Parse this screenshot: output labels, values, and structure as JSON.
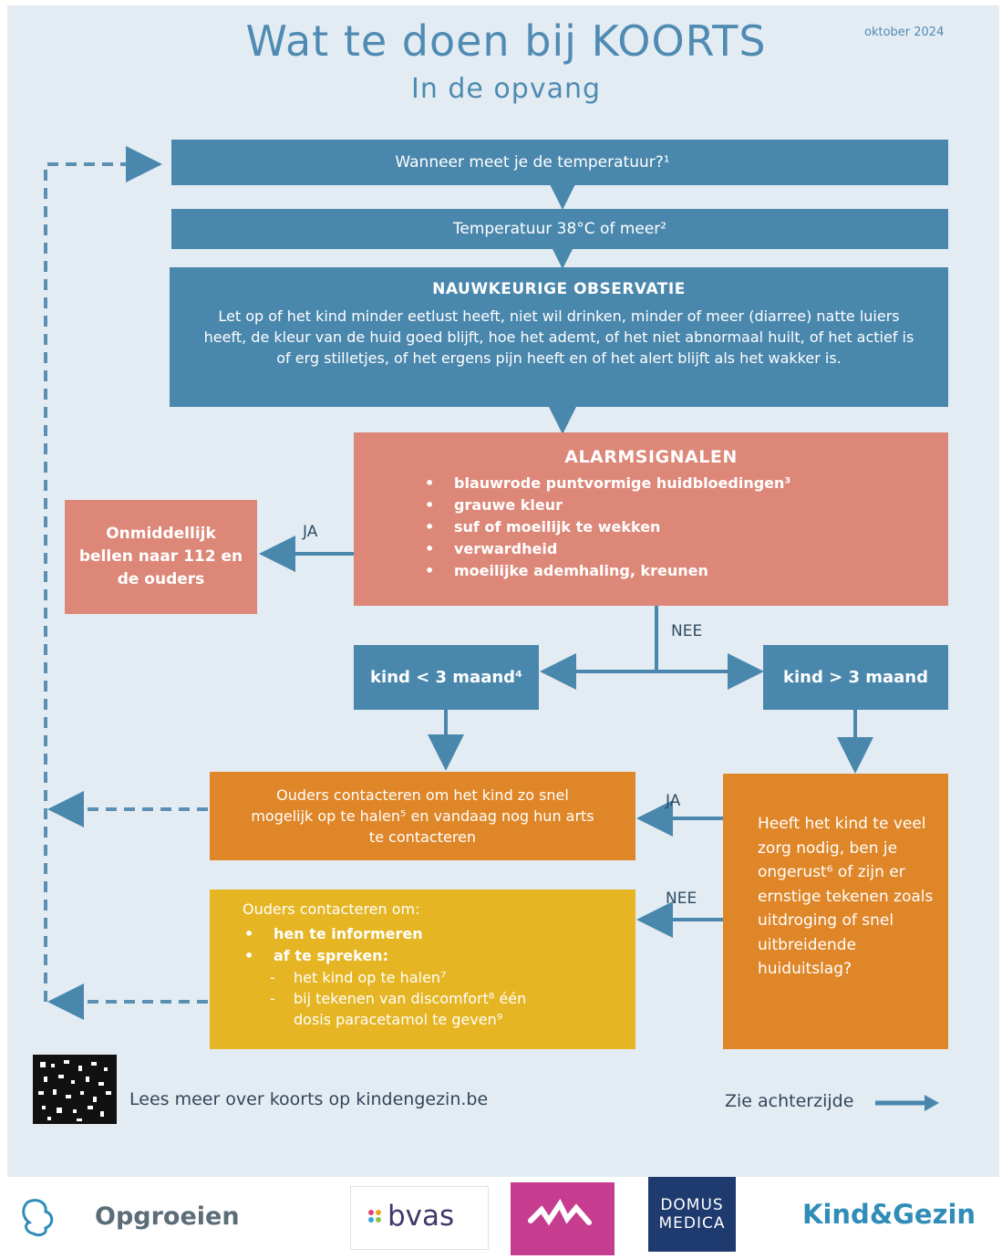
{
  "header": {
    "title": "Wat te doen bij KOORTS",
    "subtitle": "In de opvang",
    "date": "oktober 2024"
  },
  "flow": {
    "measure": "Wanneer meet je de temperatuur?¹",
    "temperature": "Temperatuur 38°C of meer²",
    "observation": {
      "heading": "NAUWKEURIGE OBSERVATIE",
      "body": "Let op of het kind minder eetlust heeft, niet wil drinken, minder of meer (diarree) natte luiers heeft, de kleur van de huid goed blijft, hoe het ademt, of het niet abnormaal huilt, of het actief is of erg stilletjes, of het ergens pijn heeft en of het alert blijft als het wakker is."
    },
    "alarm": {
      "heading": "ALARMSIGNALEN",
      "items": [
        "blauwrode puntvormige huidbloedingen³",
        "grauwe kleur",
        "suf of moeilijk te wekken",
        "verwardheid",
        "moeilijke ademhaling, kreunen"
      ]
    },
    "emergency": "Onmiddellijk bellen naar 112 en de ouders",
    "label_ja": "JA",
    "label_nee": "NEE",
    "young": "kind < 3 maand⁴",
    "older": "kind > 3 maand",
    "pickup_fast": "Ouders contacteren om het kind zo snel mogelijk op te halen⁵ en vandaag nog hun arts te contacteren",
    "question": "Heeft het kind te veel zorg nodig, ben je ongerust⁶ of zijn er ernstige tekenen zoals uitdroging of snel uitbreidende huiduitslag?",
    "inform": {
      "heading": "Ouders contacteren om:",
      "items": [
        "hen te informeren",
        "af te spreken:"
      ],
      "subitems": [
        "het kind op te halen⁷",
        "bij tekenen van discomfort⁸ één dosis paracetamol te geven⁹"
      ]
    }
  },
  "footer": {
    "more_info": "Lees meer over koorts op kindengezin.be",
    "back": "Zie achterzijde"
  },
  "logos": {
    "opgroeien": "Opgroeien",
    "bvas": "bvas",
    "domus_line1": "DOMUS",
    "domus_line2": "MEDICA",
    "kindengezin": "Kind&Gezin"
  },
  "colors": {
    "blue": "#4a87ad",
    "salmon": "#dc8778",
    "orange": "#df8628",
    "yellow": "#e5b523",
    "background": "#e4ecf3"
  }
}
